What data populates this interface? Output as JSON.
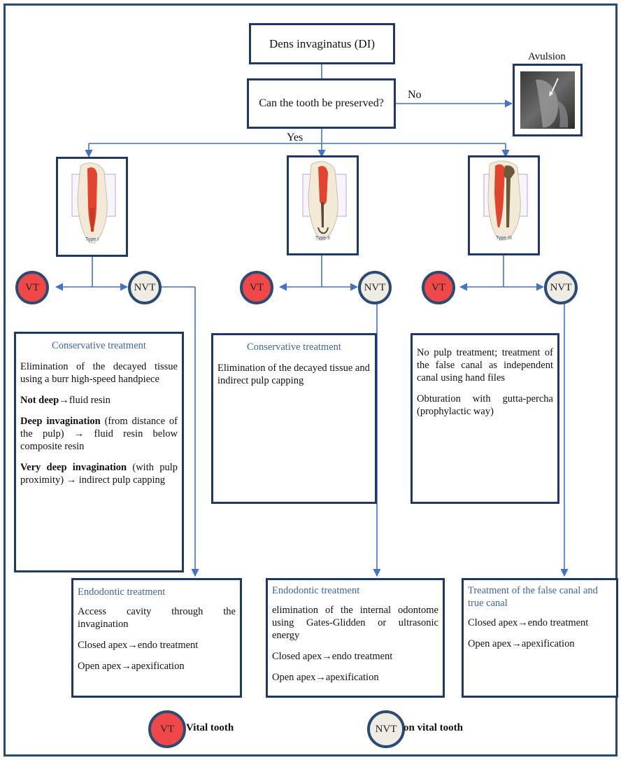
{
  "flow": {
    "title": "Dens invaginatus (DI)",
    "question": "Can the tooth be preserved?",
    "no_label": "No",
    "yes_label": "Yes",
    "avulsion_label": "Avulsion"
  },
  "types": [
    {
      "label": "Type I"
    },
    {
      "label": "Type II"
    },
    {
      "label": "Type III"
    }
  ],
  "nodes": {
    "vt": "VT",
    "nvt": "NVT"
  },
  "col1": {
    "conservative": {
      "heading": "Conservative treatment",
      "p1": "Elimination of the decayed tissue using a burr high-speed handpiece",
      "p2_bold": "Not deep",
      "p2_rest": "→fluid resin",
      "p3_bold": "Deep invagination",
      "p3_rest": " (from distance of the pulp) → fluid resin below composite resin",
      "p4_bold": "Very deep invagination",
      "p4_rest": " (with pulp proximity) → indirect pulp capping"
    },
    "endodontic": {
      "heading": "Endodontic treatment",
      "p1": "Access cavity through the invagination",
      "p2": "Closed apex→endo treatment",
      "p3": "Open apex→apexification"
    }
  },
  "col2": {
    "conservative": {
      "heading": "Conservative treatment",
      "p1": "Elimination of the decayed tissue and indirect pulp capping"
    },
    "endodontic": {
      "heading": "Endodontic treatment",
      "p1": "elimination of the internal odontome using Gates-Glidden or ultrasonic energy",
      "p2": "Closed apex→endo treatment",
      "p3": "Open apex→apexification"
    }
  },
  "col3": {
    "conservative": {
      "p1": "No pulp treatment; treatment of the false canal as independent canal using hand files",
      "p2": "Obturation with gutta-percha (prophylactic way)"
    },
    "endodontic": {
      "heading": "Treatment of the false canal and true canal",
      "p1": "Closed apex→endo treatment",
      "p2": "Open apex→apexification"
    }
  },
  "legend": {
    "vt_text": "Vital tooth",
    "nvt_text": "on vital tooth"
  },
  "colors": {
    "box_border": "#1f3864",
    "arrow": "#4472c4",
    "vt_fill": "#f04848",
    "nvt_fill": "#efece4",
    "heading_text": "#3e64a6"
  }
}
